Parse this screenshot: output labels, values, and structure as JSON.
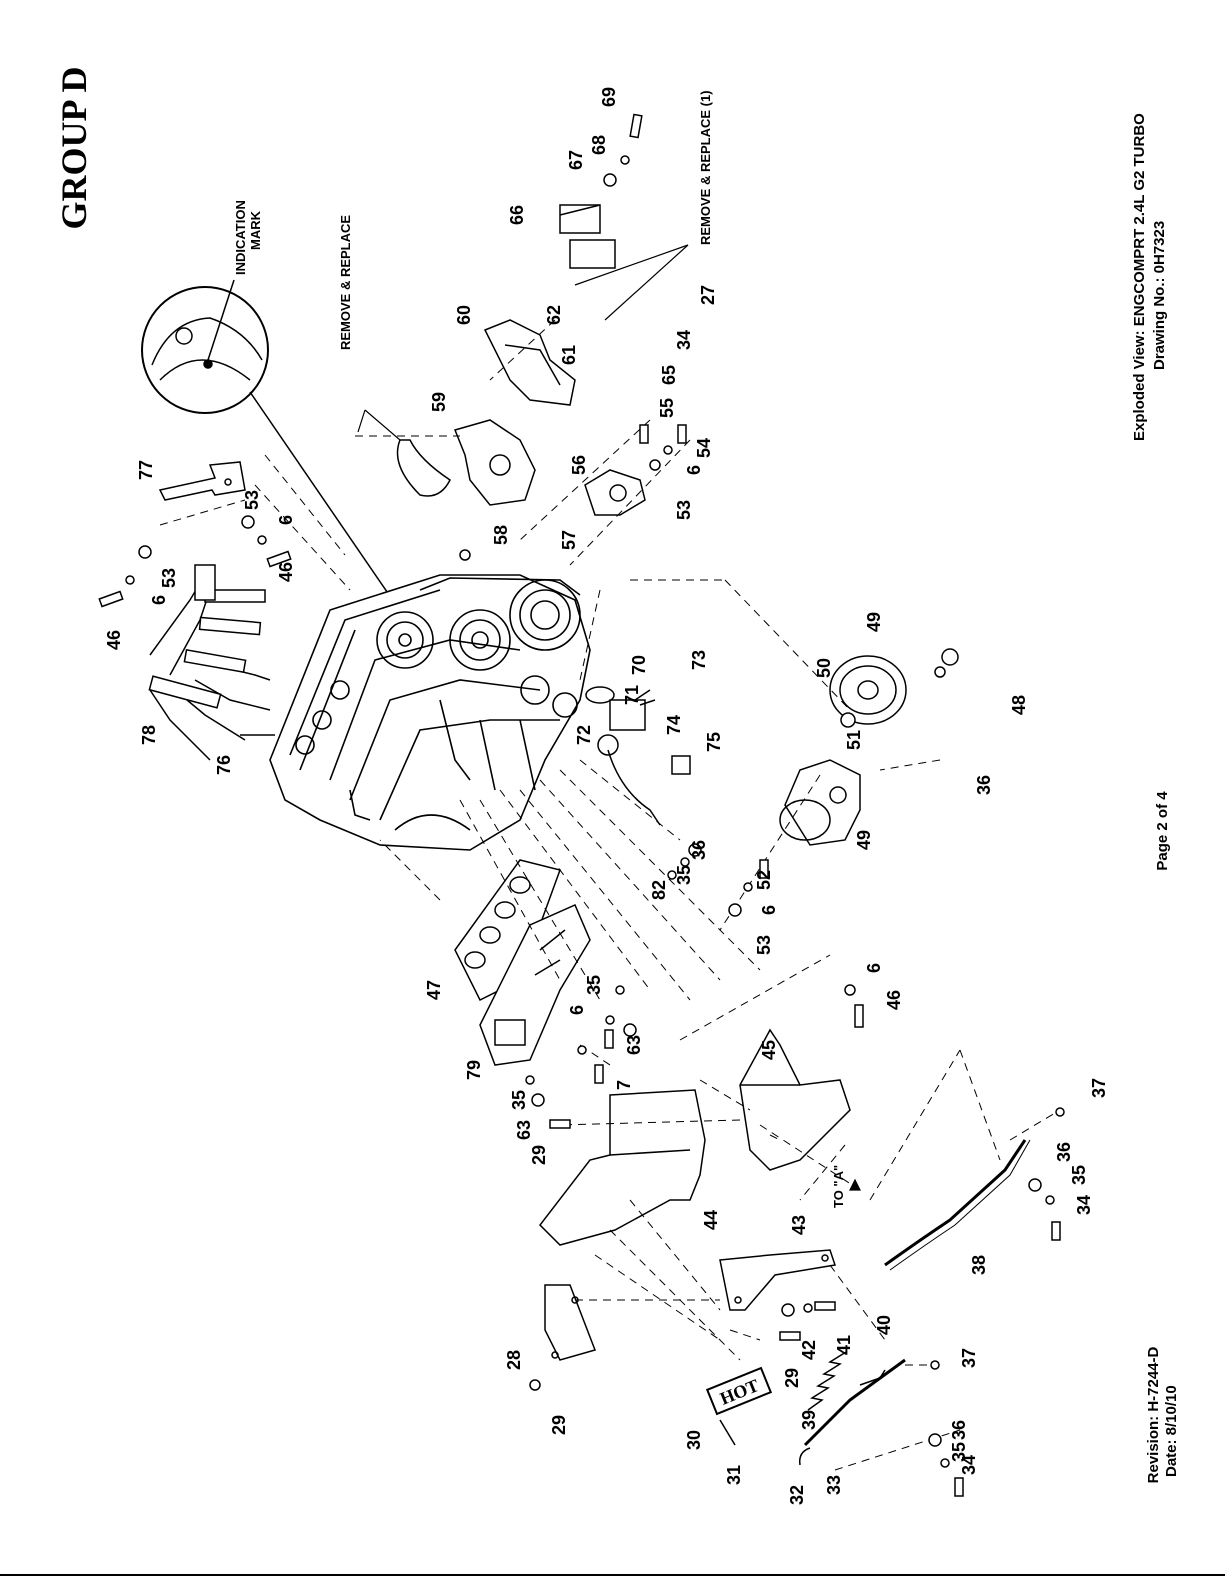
{
  "group_title": "GROUP  D",
  "callouts": {
    "indication_mark": [
      "INDICATION",
      "MARK"
    ],
    "remove_replace": "REMOVE & REPLACE",
    "remove_replace_1": "REMOVE & REPLACE (1)",
    "to_a": "TO \"A\""
  },
  "footer": {
    "exploded_view": "Exploded View: ENGCOMPRT 2.4L G2 TURBO",
    "drawing_no": "Drawing No.: 0H7323",
    "page": "Page 2 of 4",
    "revision": "Revision: H-7244-D",
    "date": "Date: 8/10/10"
  },
  "hot_plate_text": "HOT",
  "part_labels": [
    "77",
    "46",
    "6",
    "53",
    "53",
    "6",
    "46",
    "78",
    "76",
    "59",
    "60",
    "61",
    "62",
    "66",
    "67",
    "68",
    "69",
    "27",
    "65",
    "34",
    "55",
    "54",
    "56",
    "6",
    "53",
    "57",
    "58",
    "70",
    "71",
    "73",
    "72",
    "74",
    "75",
    "50",
    "49",
    "51",
    "48",
    "36",
    "49",
    "47",
    "79",
    "35",
    "63",
    "6",
    "35",
    "63",
    "7",
    "82",
    "35",
    "36",
    "52",
    "6",
    "53",
    "45",
    "6",
    "46",
    "29",
    "44",
    "28",
    "29",
    "30",
    "31",
    "32",
    "33",
    "39",
    "43",
    "42",
    "41",
    "40",
    "29",
    "38",
    "37",
    "36",
    "35",
    "34",
    "37",
    "36",
    "35",
    "34"
  ]
}
